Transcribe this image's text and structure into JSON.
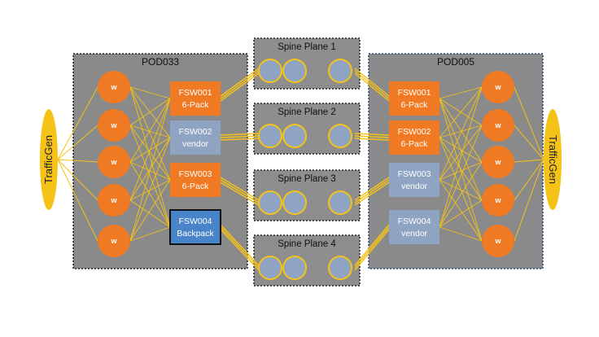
{
  "colors": {
    "pod_bg": "#8a8a8a",
    "plane_bg": "#8e8e8e",
    "worker": "#f07a24",
    "fsw_six_pack": "#f07a24",
    "fsw_vendor": "#8fa4c2",
    "fsw_backpack": "#4a84c8",
    "link": "#f5c218",
    "traffic_gen": "#f5c218",
    "spine_port": "#8fa4c2"
  },
  "traffic_gen": {
    "left_label": "TrafficGen",
    "right_label": "TrafficGen"
  },
  "pods": [
    {
      "title": "POD033",
      "worker_label": "w",
      "workers": 5,
      "switches": [
        {
          "name": "FSW001",
          "type": "6-Pack",
          "kind": "six_pack"
        },
        {
          "name": "FSW002",
          "type": "vendor",
          "kind": "vendor"
        },
        {
          "name": "FSW003",
          "type": "6-Pack",
          "kind": "six_pack"
        },
        {
          "name": "FSW004",
          "type": "Backpack",
          "kind": "backpack"
        }
      ]
    },
    {
      "title": "POD005",
      "worker_label": "w",
      "workers": 5,
      "switches": [
        {
          "name": "FSW001",
          "type": "6-Pack",
          "kind": "six_pack"
        },
        {
          "name": "FSW002",
          "type": "6-Pack",
          "kind": "six_pack"
        },
        {
          "name": "FSW003",
          "type": "vendor",
          "kind": "vendor"
        },
        {
          "name": "FSW004",
          "type": "vendor",
          "kind": "vendor"
        }
      ]
    }
  ],
  "spine_planes": [
    {
      "title": "Spine Plane 1"
    },
    {
      "title": "Spine Plane 2"
    },
    {
      "title": "Spine Plane 3"
    },
    {
      "title": "Spine Plane 4"
    }
  ],
  "spine_dots": "· · ·"
}
